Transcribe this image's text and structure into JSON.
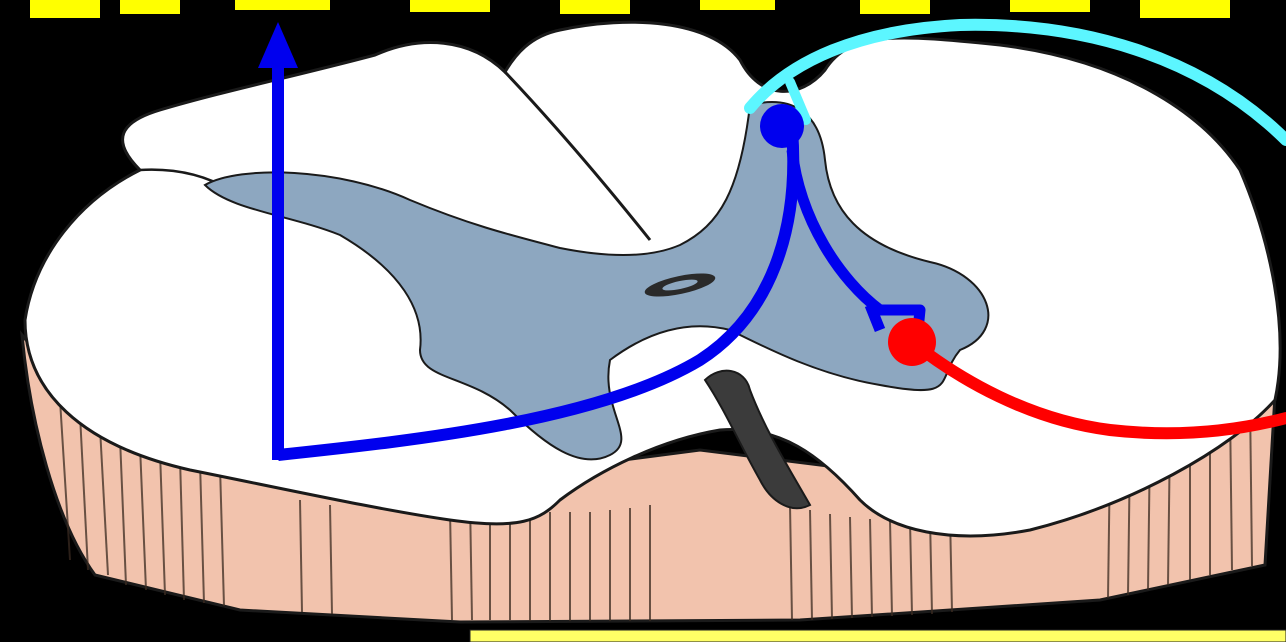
{
  "figure": {
    "elements": [
      "spinal-cord-cross-section",
      "grey-matter",
      "central-canal",
      "anterior-median-fissure",
      "posterior-median-sulcus",
      "white-matter",
      "dorsal-root-afferent-fiber",
      "dorsal-horn-neuron",
      "decussating-tract",
      "ascending-pathway-arrow",
      "ventral-horn-neuron",
      "ventral-root-efferent-fiber",
      "bottom-caption-banner"
    ],
    "colors": {
      "background": "#000000",
      "white_matter": "#ffffff",
      "grey_matter": "#8da7c0",
      "cut_surface": "#f2c3ad",
      "cut_fibers": "#3a2a20",
      "outline": "#1a1a1a",
      "afferent_fiber": "#5cf6ff",
      "ascending_tract": "#0000ee",
      "efferent_fiber": "#ff0000",
      "caption_banner": "#ffff66",
      "title_band": "#ffff00"
    }
  }
}
